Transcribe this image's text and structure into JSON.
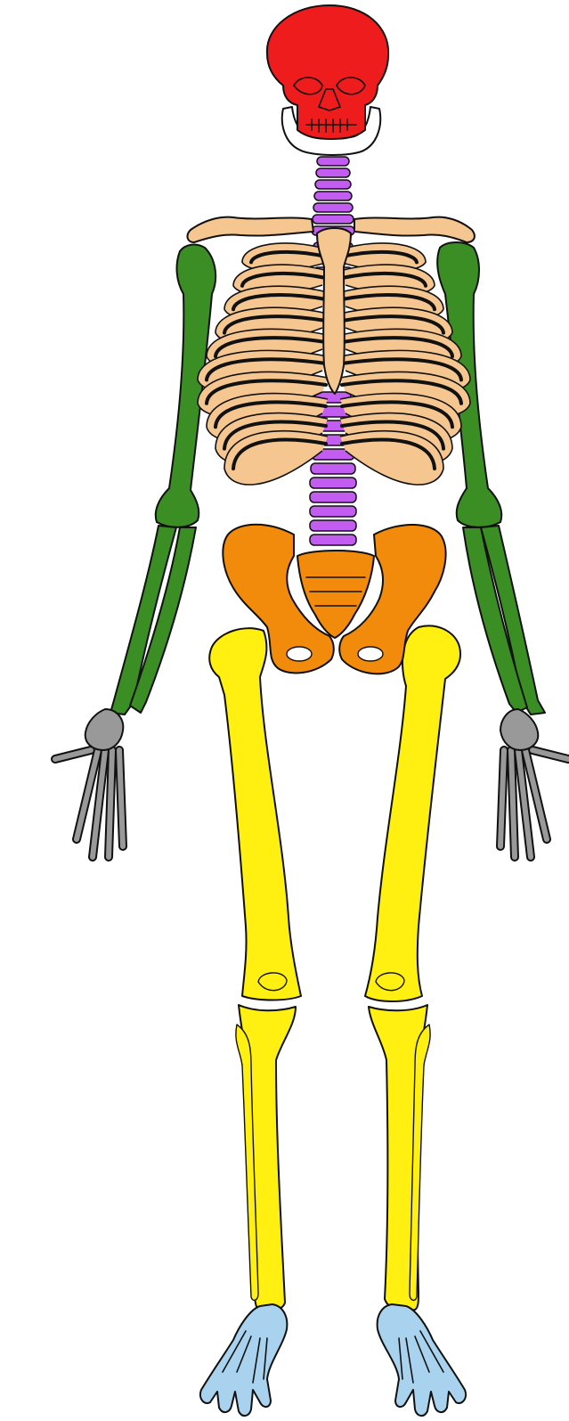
{
  "diagram": {
    "type": "color-coded human skeleton (anterior view)",
    "colors": {
      "skull": "#ee1c1c",
      "mandible": "#ffffff",
      "vertebral_column": "#c35cf0",
      "thorax_and_shoulder_girdle": "#f5c690",
      "arms": "#3a8e24",
      "hands": "#999999",
      "pelvis": "#f28a0c",
      "legs": "#fff012",
      "feet": "#a8d2ee",
      "outline": "#111111",
      "background": "#ffffff"
    },
    "groups": [
      "skull",
      "mandible",
      "vertebral-column",
      "rib-cage-and-shoulder-girdle",
      "left-arm",
      "right-arm",
      "left-hand",
      "right-hand",
      "pelvis",
      "left-leg",
      "right-leg",
      "left-foot",
      "right-foot"
    ]
  }
}
